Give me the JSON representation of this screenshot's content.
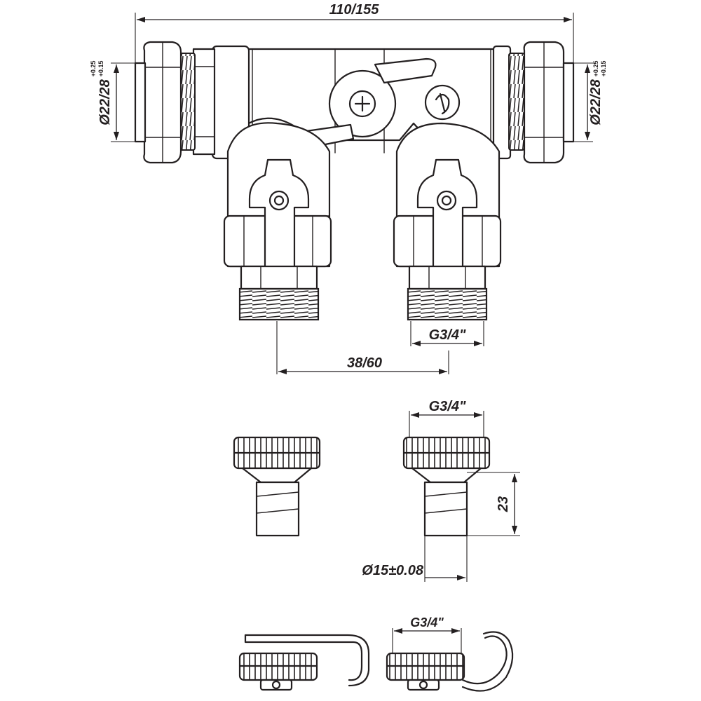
{
  "dimensions": {
    "overall_length": "110/155",
    "pipe_diameter_left": "Ø22/28",
    "pipe_diameter_right": "Ø22/28",
    "tolerance_upper": "+0.25",
    "tolerance_lower": "+0.15",
    "outlet_spacing": "38/60",
    "outlet_thread": "G3/4\"",
    "adapter_thread": "G3/4\"",
    "adapter_height": "23",
    "hose_tail_diameter": "Ø15±0.08",
    "cap_thread": "G3/4\""
  },
  "colors": {
    "line": "#231f20",
    "background": "#ffffff"
  }
}
